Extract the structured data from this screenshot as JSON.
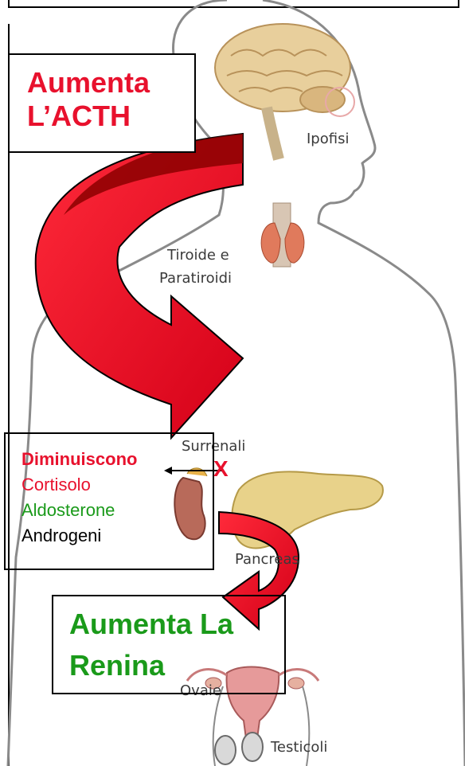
{
  "organs": {
    "ipofisi": "Ipofisi",
    "tiroide_line1": "Tiroide e",
    "tiroide_line2": "Paratiroidi",
    "surrenali": "Surrenali",
    "pancreas": "Pancreas",
    "ovaie": "Ovaie",
    "testicoli": "Testicoli"
  },
  "acth_box": {
    "line1": "Aumenta",
    "line2": "L’ACTH"
  },
  "hormone_box": {
    "title": "Diminuiscono",
    "items": [
      {
        "label": "Cortisolo",
        "color": "#e8112d"
      },
      {
        "label": "Aldosterone",
        "color": "#1a9a1a"
      },
      {
        "label": "Androgeni",
        "color": "#000000"
      }
    ]
  },
  "block_mark": "X",
  "renin_box": {
    "line1": "Aumenta La",
    "line2": "Renina"
  },
  "colors": {
    "arrow_red": "#e8112d",
    "arrow_dark": "#8b0000",
    "body_outline": "#8a8a8a"
  }
}
